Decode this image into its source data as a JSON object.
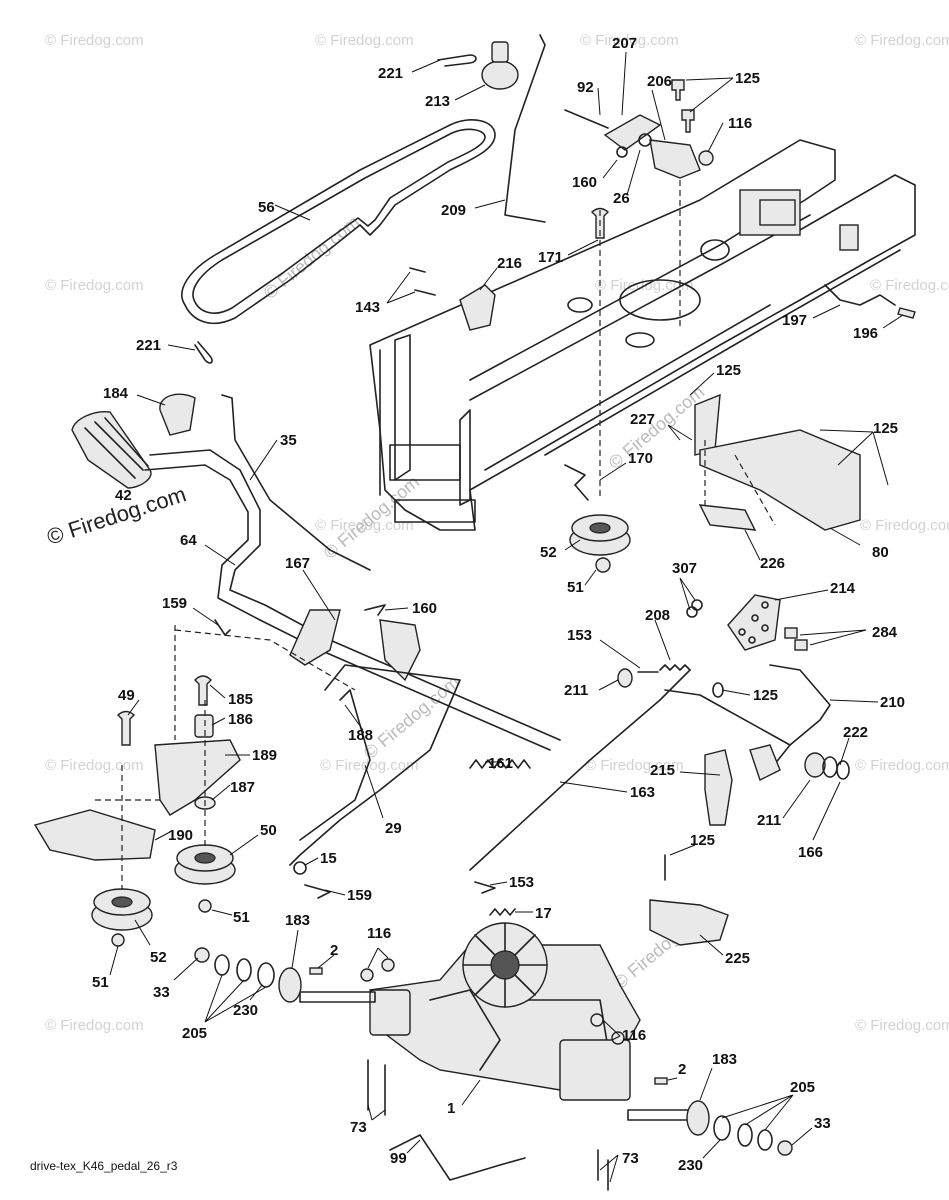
{
  "caption": "drive-tex_K46_pedal_26_r3",
  "watermark": "© Firedog.com",
  "callouts": [
    "221",
    "213",
    "207",
    "92",
    "206",
    "125",
    "116",
    "56",
    "160",
    "26",
    "209",
    "171",
    "216",
    "143",
    "197",
    "196",
    "221",
    "184",
    "42",
    "35",
    "125",
    "227",
    "125",
    "170",
    "64",
    "52",
    "80",
    "226",
    "51",
    "167",
    "160",
    "159",
    "307",
    "214",
    "284",
    "208",
    "153",
    "49",
    "185",
    "186",
    "188",
    "211",
    "125",
    "210",
    "189",
    "161",
    "222",
    "215",
    "163",
    "187",
    "211",
    "166",
    "190",
    "50",
    "29",
    "15",
    "125",
    "159",
    "153",
    "51",
    "183",
    "116",
    "17",
    "2",
    "225",
    "52",
    "33",
    "51",
    "230",
    "205",
    "116",
    "183",
    "2",
    "205",
    "33",
    "1",
    "73",
    "230",
    "73",
    "99"
  ]
}
